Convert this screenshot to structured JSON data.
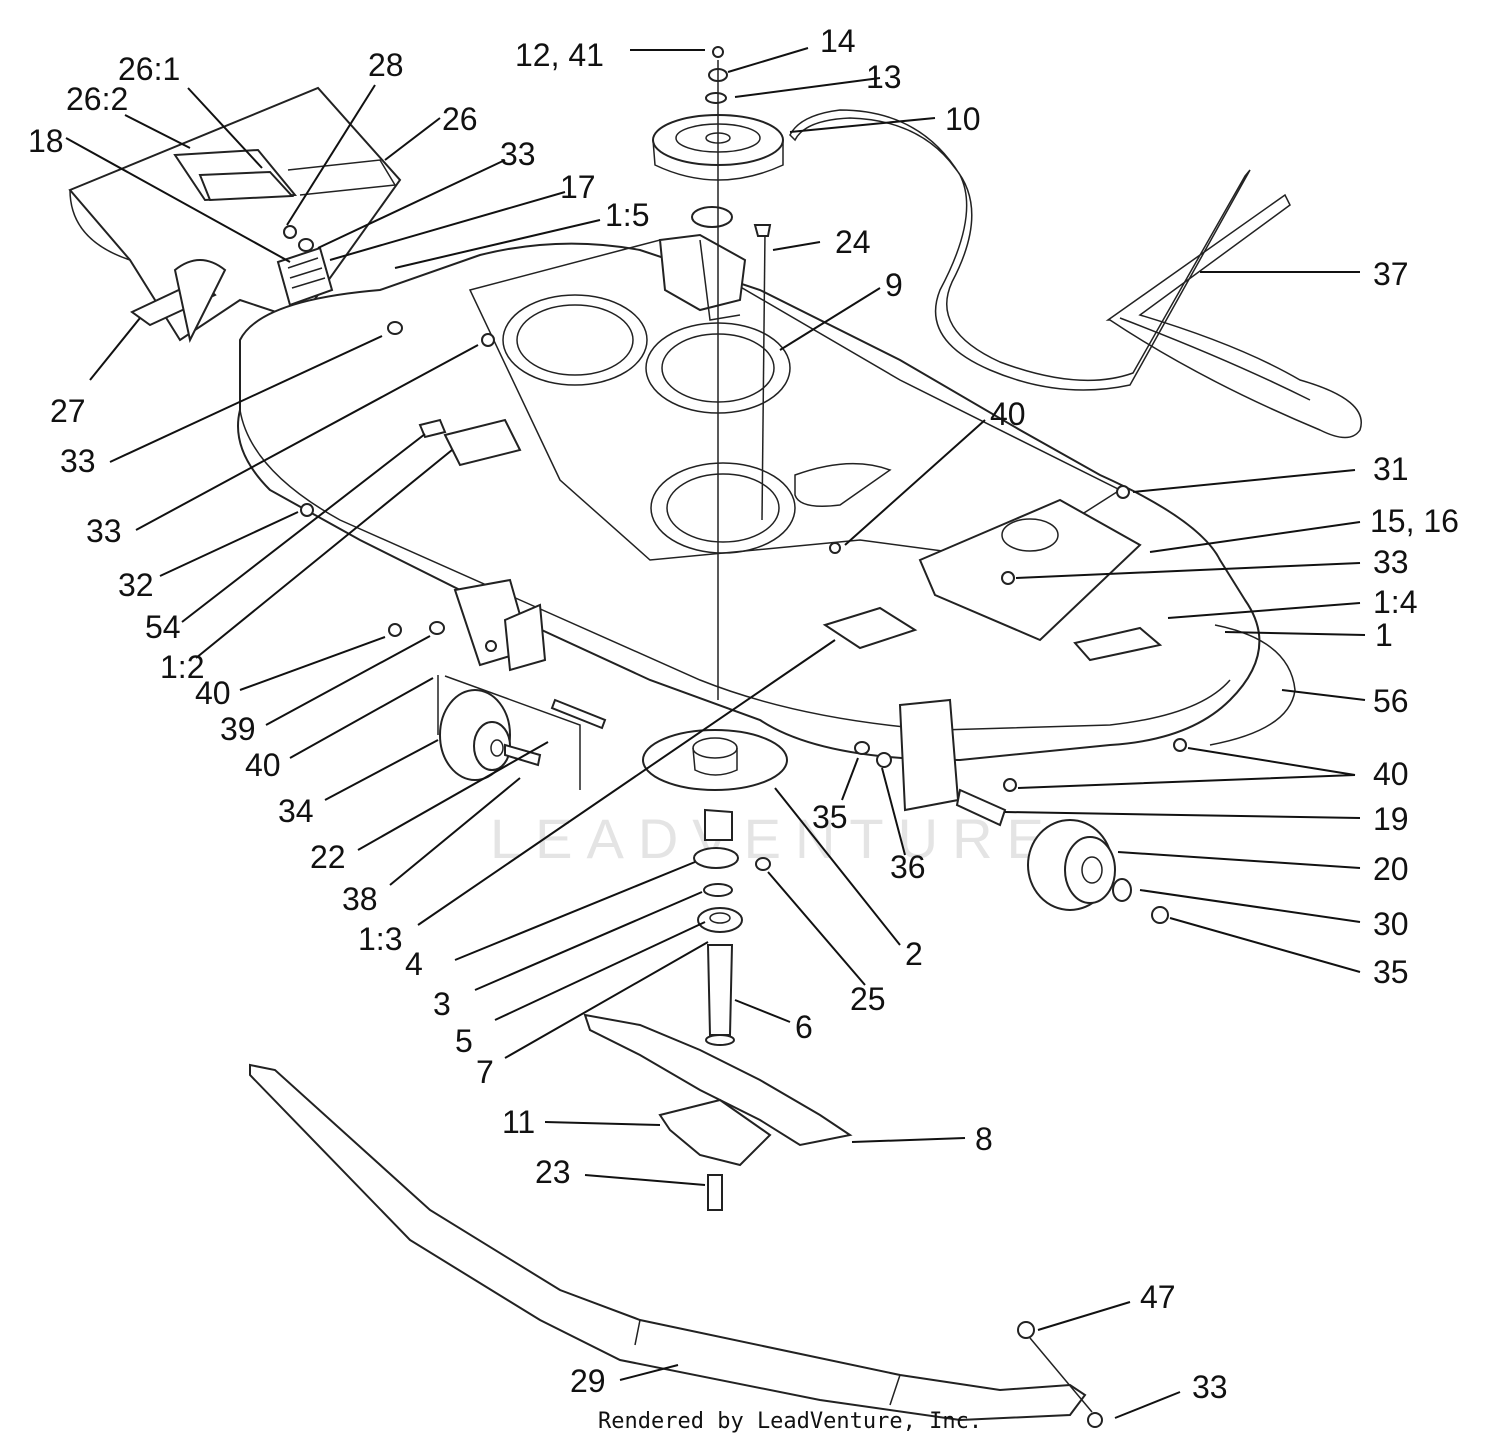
{
  "watermark": "LEADVENTURE",
  "credit": "Rendered by LeadVenture, Inc.",
  "callouts": [
    {
      "id": "c-12-41",
      "text": "12, 41"
    },
    {
      "id": "c-14",
      "text": "14"
    },
    {
      "id": "c-13",
      "text": "13"
    },
    {
      "id": "c-10",
      "text": "10"
    },
    {
      "id": "c-26-1",
      "text": "26:1"
    },
    {
      "id": "c-26-2",
      "text": "26:2"
    },
    {
      "id": "c-28",
      "text": "28"
    },
    {
      "id": "c-18",
      "text": "18"
    },
    {
      "id": "c-26",
      "text": "26"
    },
    {
      "id": "c-33a",
      "text": "33"
    },
    {
      "id": "c-17",
      "text": "17"
    },
    {
      "id": "c-1-5",
      "text": "1:5"
    },
    {
      "id": "c-24",
      "text": "24"
    },
    {
      "id": "c-37",
      "text": "37"
    },
    {
      "id": "c-9",
      "text": "9"
    },
    {
      "id": "c-27",
      "text": "27"
    },
    {
      "id": "c-33b",
      "text": "33"
    },
    {
      "id": "c-40a",
      "text": "40"
    },
    {
      "id": "c-31",
      "text": "31"
    },
    {
      "id": "c-33c",
      "text": "33"
    },
    {
      "id": "c-15-16",
      "text": "15, 16"
    },
    {
      "id": "c-33d",
      "text": "33"
    },
    {
      "id": "c-32",
      "text": "32"
    },
    {
      "id": "c-1-4",
      "text": "1:4"
    },
    {
      "id": "c-54",
      "text": "54"
    },
    {
      "id": "c-1",
      "text": "1"
    },
    {
      "id": "c-1-2",
      "text": "1:2"
    },
    {
      "id": "c-40b",
      "text": "40"
    },
    {
      "id": "c-56",
      "text": "56"
    },
    {
      "id": "c-39",
      "text": "39"
    },
    {
      "id": "c-40c",
      "text": "40"
    },
    {
      "id": "c-40d",
      "text": "40"
    },
    {
      "id": "c-34",
      "text": "34"
    },
    {
      "id": "c-35a",
      "text": "35"
    },
    {
      "id": "c-19",
      "text": "19"
    },
    {
      "id": "c-22",
      "text": "22"
    },
    {
      "id": "c-36",
      "text": "36"
    },
    {
      "id": "c-20",
      "text": "20"
    },
    {
      "id": "c-38",
      "text": "38"
    },
    {
      "id": "c-1-3",
      "text": "1:3"
    },
    {
      "id": "c-30",
      "text": "30"
    },
    {
      "id": "c-4",
      "text": "4"
    },
    {
      "id": "c-2",
      "text": "2"
    },
    {
      "id": "c-35b",
      "text": "35"
    },
    {
      "id": "c-3",
      "text": "3"
    },
    {
      "id": "c-25",
      "text": "25"
    },
    {
      "id": "c-5",
      "text": "5"
    },
    {
      "id": "c-6",
      "text": "6"
    },
    {
      "id": "c-7",
      "text": "7"
    },
    {
      "id": "c-11",
      "text": "11"
    },
    {
      "id": "c-8",
      "text": "8"
    },
    {
      "id": "c-23",
      "text": "23"
    },
    {
      "id": "c-47",
      "text": "47"
    },
    {
      "id": "c-29",
      "text": "29"
    },
    {
      "id": "c-33e",
      "text": "33"
    }
  ]
}
